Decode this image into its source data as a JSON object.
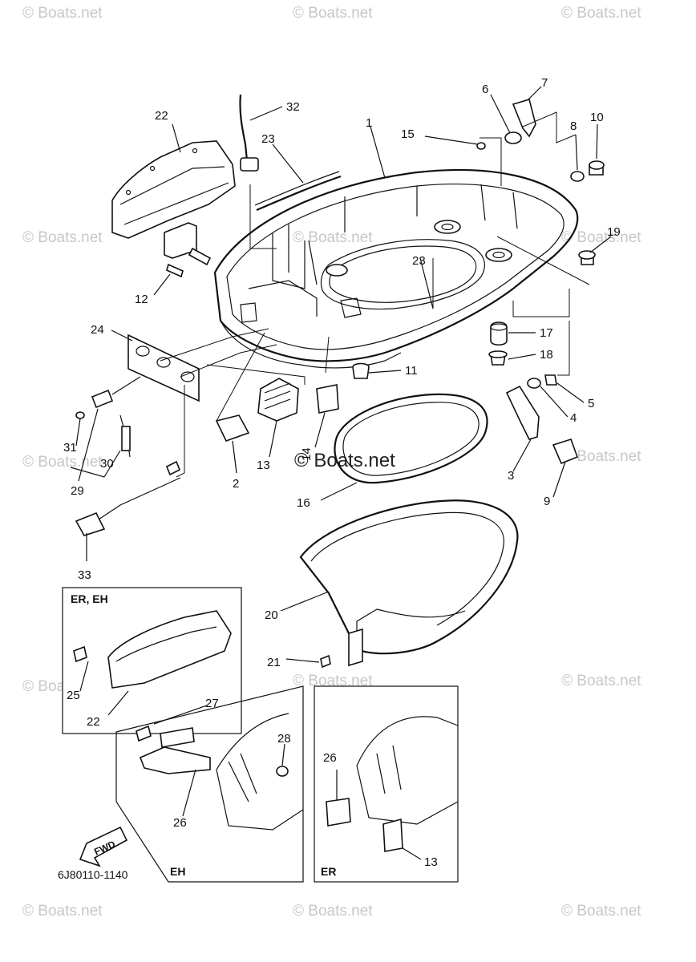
{
  "watermark": {
    "text": "© Boats.net",
    "center_text": "© Boats.net"
  },
  "part_code": "6J80110-1140",
  "boxes": {
    "er_eh": "ER, EH",
    "eh": "EH",
    "er": "ER"
  },
  "fwd_label": "FWD",
  "callouts": {
    "c1": "1",
    "c2": "2",
    "c3": "3",
    "c4": "4",
    "c5": "5",
    "c6": "6",
    "c7": "7",
    "c8": "8",
    "c9": "9",
    "c10": "10",
    "c11": "11",
    "c12": "12",
    "c13": "13",
    "c14": "14",
    "c15": "15",
    "c16": "16",
    "c17": "17",
    "c18": "18",
    "c19": "19",
    "c20": "20",
    "c21": "21",
    "c22": "22",
    "c23a": "23",
    "c23b": "23",
    "c24": "24",
    "c29": "29",
    "c30": "30",
    "c31": "31",
    "c32": "32",
    "c33": "33",
    "c25": "25",
    "c22b": "22",
    "c27": "27",
    "c28": "28",
    "c26a": "26",
    "c26b": "26",
    "c13b": "13"
  }
}
